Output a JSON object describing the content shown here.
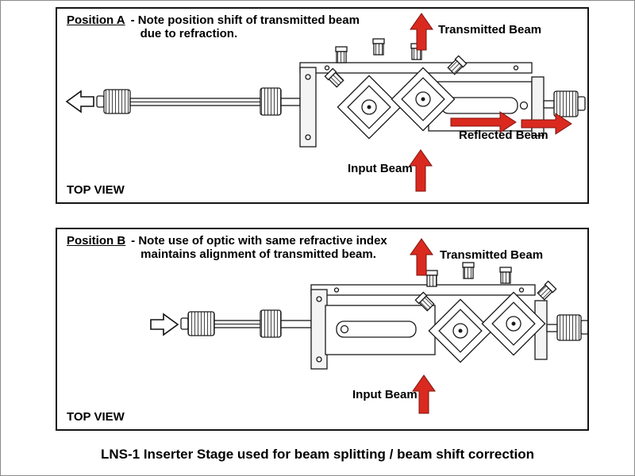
{
  "colors": {
    "arrow_red": "#da2a1f",
    "arrow_red_dark": "#7e120c",
    "line": "#1a1a1a"
  },
  "caption": "LNS-1 Inserter Stage used for beam splitting / beam shift correction",
  "panel_a": {
    "title": "Position A",
    "desc_line1": "- Note position shift of transmitted beam",
    "desc_line2": "due to refraction.",
    "view_label": "TOP VIEW",
    "label_transmitted": "Transmitted Beam",
    "label_reflected": "Reflected Beam",
    "label_input": "Input Beam"
  },
  "panel_b": {
    "title": "Position B",
    "desc_line1": "- Note use of optic with same refractive index",
    "desc_line2": "maintains alignment of transmitted beam.",
    "view_label": "TOP VIEW",
    "label_transmitted": "Transmitted Beam",
    "label_input": "Input Beam"
  }
}
